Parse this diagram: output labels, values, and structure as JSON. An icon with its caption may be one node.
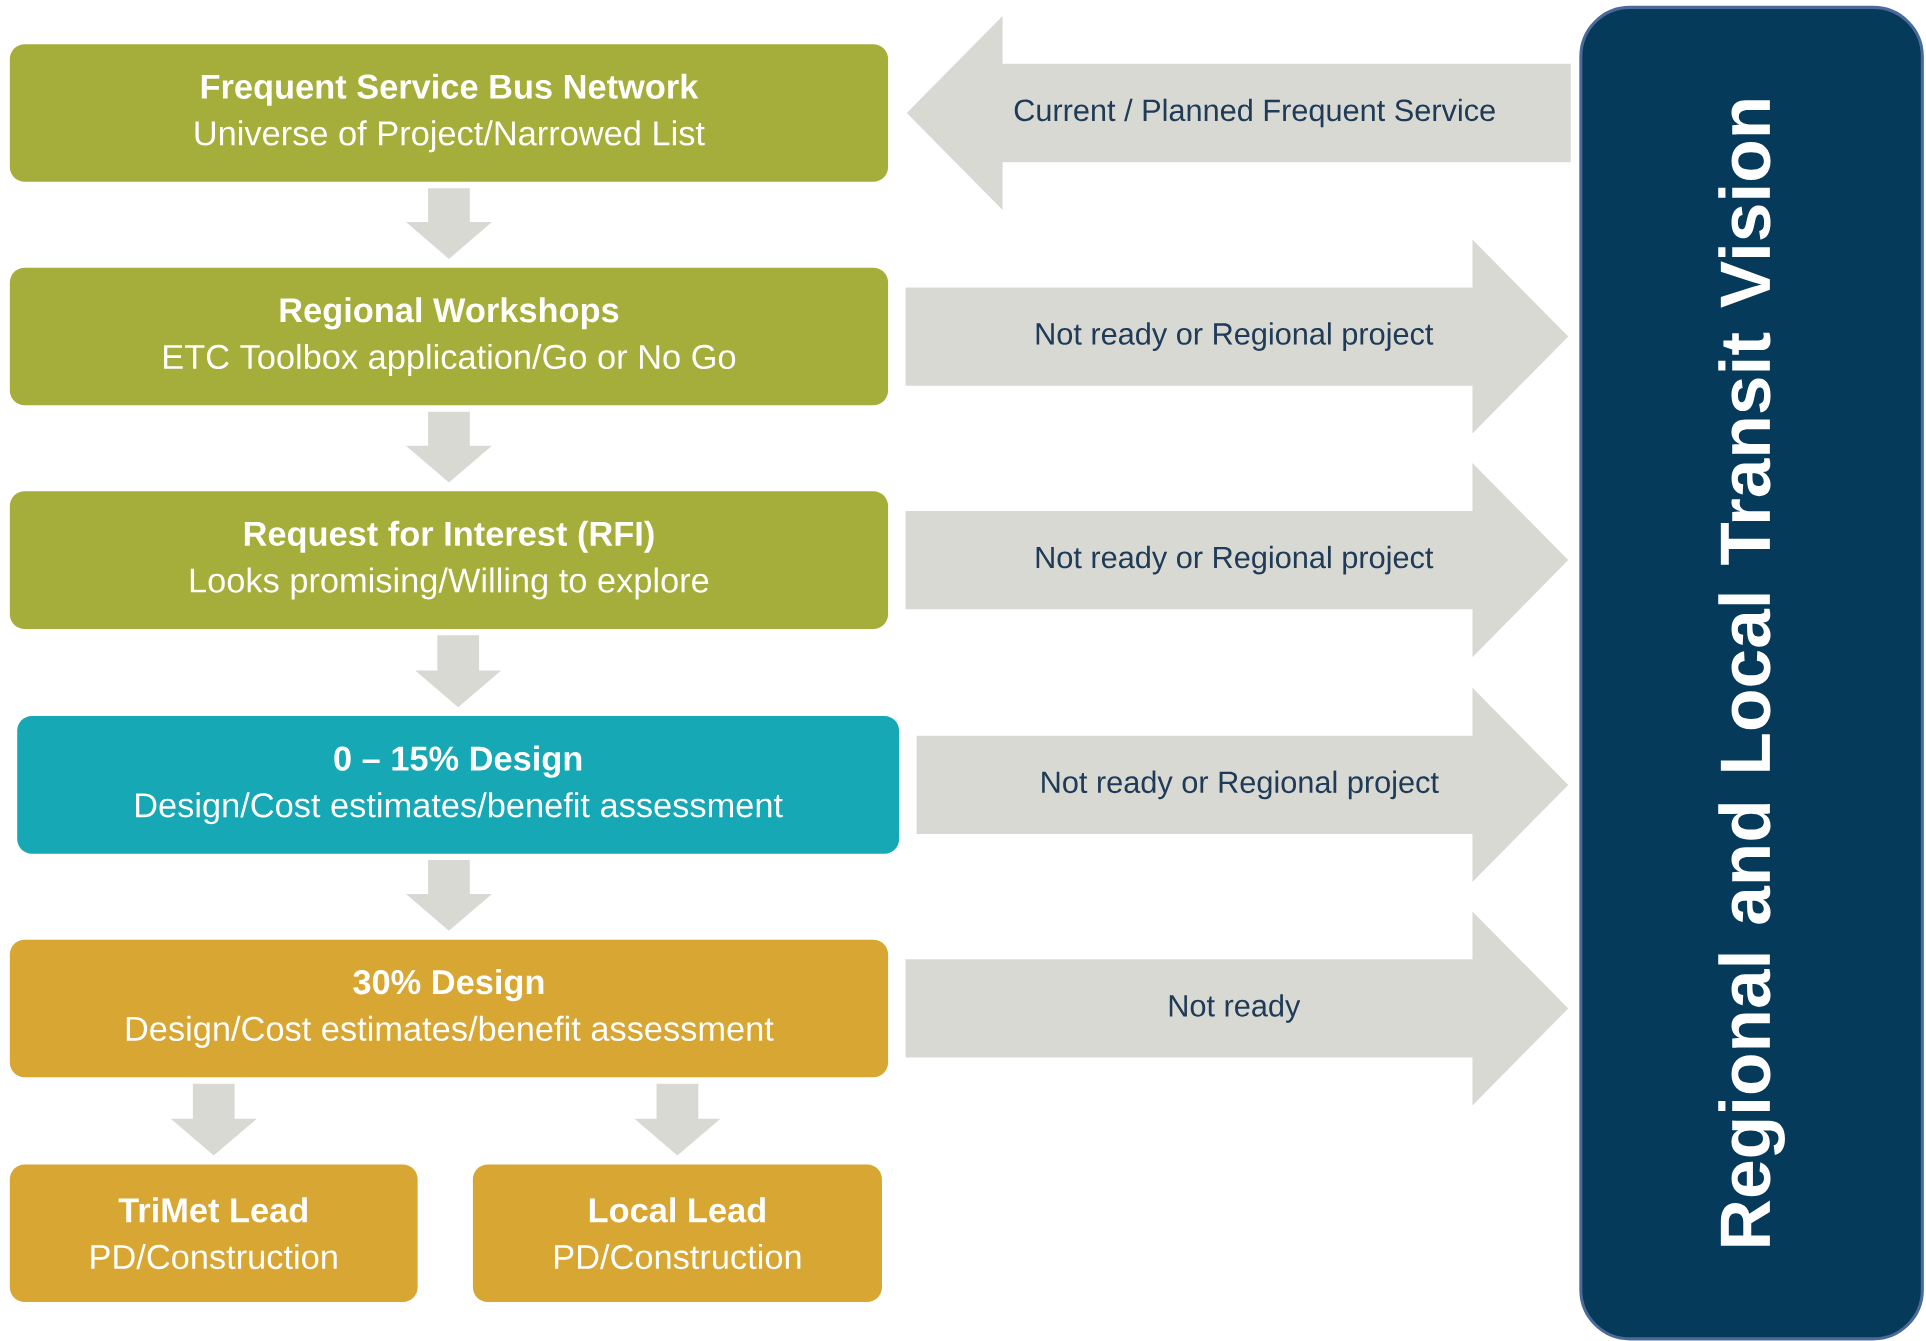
{
  "diagram": {
    "nodes": [
      {
        "text": [
          "Frequent Service Bus Network",
          "Universe of Project/Narrowed List"
        ]
      },
      {
        "text": [
          "Regional Workshops",
          "ETC Toolbox application/Go or No Go"
        ]
      },
      {
        "text": [
          "Request for Interest (RFI)",
          "Looks promising/Willing to explore"
        ]
      },
      {
        "text": [
          "0 – 15% Design",
          "Design/Cost estimates/benefit assessment"
        ]
      },
      {
        "text": [
          "30% Design",
          "Design/Cost estimates/benefit assessment"
        ]
      },
      {
        "text": [
          "TriMet Lead",
          "PD/Construction"
        ]
      },
      {
        "text": [
          "Local Lead",
          "PD/Construction"
        ]
      },
      {
        "text": [
          "Regional and Local Transit Vision"
        ]
      }
    ],
    "edges": [
      {
        "from": 0,
        "to": 1,
        "arrow": "to"
      },
      {
        "from": 1,
        "to": 2,
        "arrow": "to"
      },
      {
        "from": 2,
        "to": 3,
        "arrow": "to"
      },
      {
        "from": 3,
        "to": 4,
        "arrow": "to"
      },
      {
        "from": 4,
        "to": 5,
        "arrow": "to"
      },
      {
        "from": 4,
        "to": 6,
        "arrow": "to"
      },
      {
        "from": 7,
        "to": 0,
        "arrow": "to",
        "label": "Current / Planned Frequent Service"
      },
      {
        "from": 1,
        "to": 7,
        "arrow": "to",
        "label": "Not ready or Regional project"
      },
      {
        "from": 2,
        "to": 7,
        "arrow": "to",
        "label": "Not ready or Regional project"
      },
      {
        "from": 3,
        "to": 7,
        "arrow": "to",
        "label": "Not ready or Regional project"
      },
      {
        "from": 4,
        "to": 7,
        "arrow": "to",
        "label": "Not ready"
      }
    ]
  }
}
